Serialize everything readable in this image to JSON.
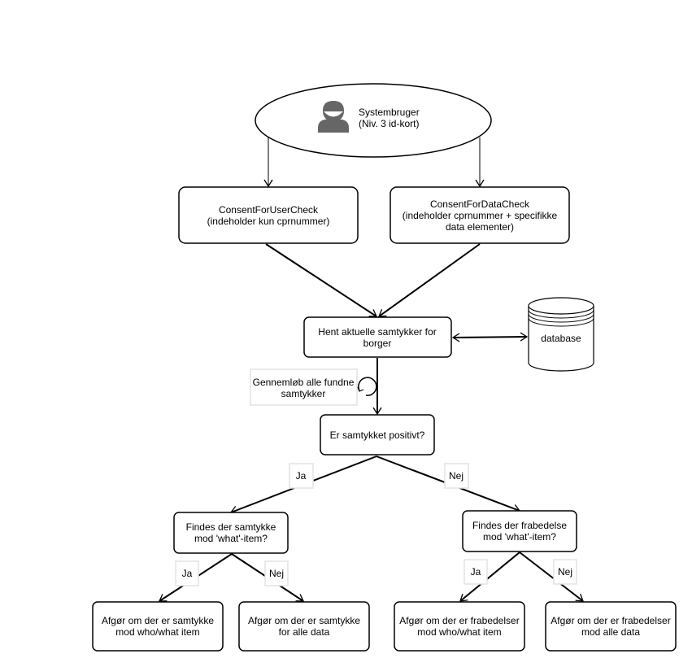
{
  "actor": {
    "line1": "Systembruger",
    "line2": "(Niv. 3 id-kort)",
    "icon": "user-icon"
  },
  "consent_user_check": {
    "line1": "ConsentForUserCheck",
    "line2": "(indeholder kun cprnummer)"
  },
  "consent_data_check": {
    "line1": "ConsentForDataCheck",
    "line2": "(indeholder cprnummer + specifikke",
    "line3": "data elementer)"
  },
  "fetch_consents": {
    "line1": "Hent aktuelle samtykker for",
    "line2": "borger"
  },
  "database": {
    "label": "database",
    "icon": "database-icon"
  },
  "loop": {
    "line1": "Gennemløb alle fundne",
    "line2": "samtykker",
    "icon": "loop-icon"
  },
  "decision_positive": {
    "label": "Er samtykket positivt?"
  },
  "edge_labels": {
    "yes": "Ja",
    "no": "Nej"
  },
  "consent_what_item": {
    "line1": "Findes der samtykke",
    "line2": "mod 'what'-item?"
  },
  "optout_what_item": {
    "line1": "Findes der frabedelse",
    "line2": "mod 'what'-item?"
  },
  "outcomes": {
    "consent_who_what": {
      "line1": "Afgør om der er samtykke",
      "line2": "mod who/what item"
    },
    "consent_all": {
      "line1": "Afgør om der er samtykke",
      "line2": "for alle data"
    },
    "optout_who_what": {
      "line1": "Afgør om der er frabedelser",
      "line2": "mod who/what item"
    },
    "optout_all": {
      "line1": "Afgør om der er frabedelser",
      "line2": "mod alle data"
    }
  }
}
